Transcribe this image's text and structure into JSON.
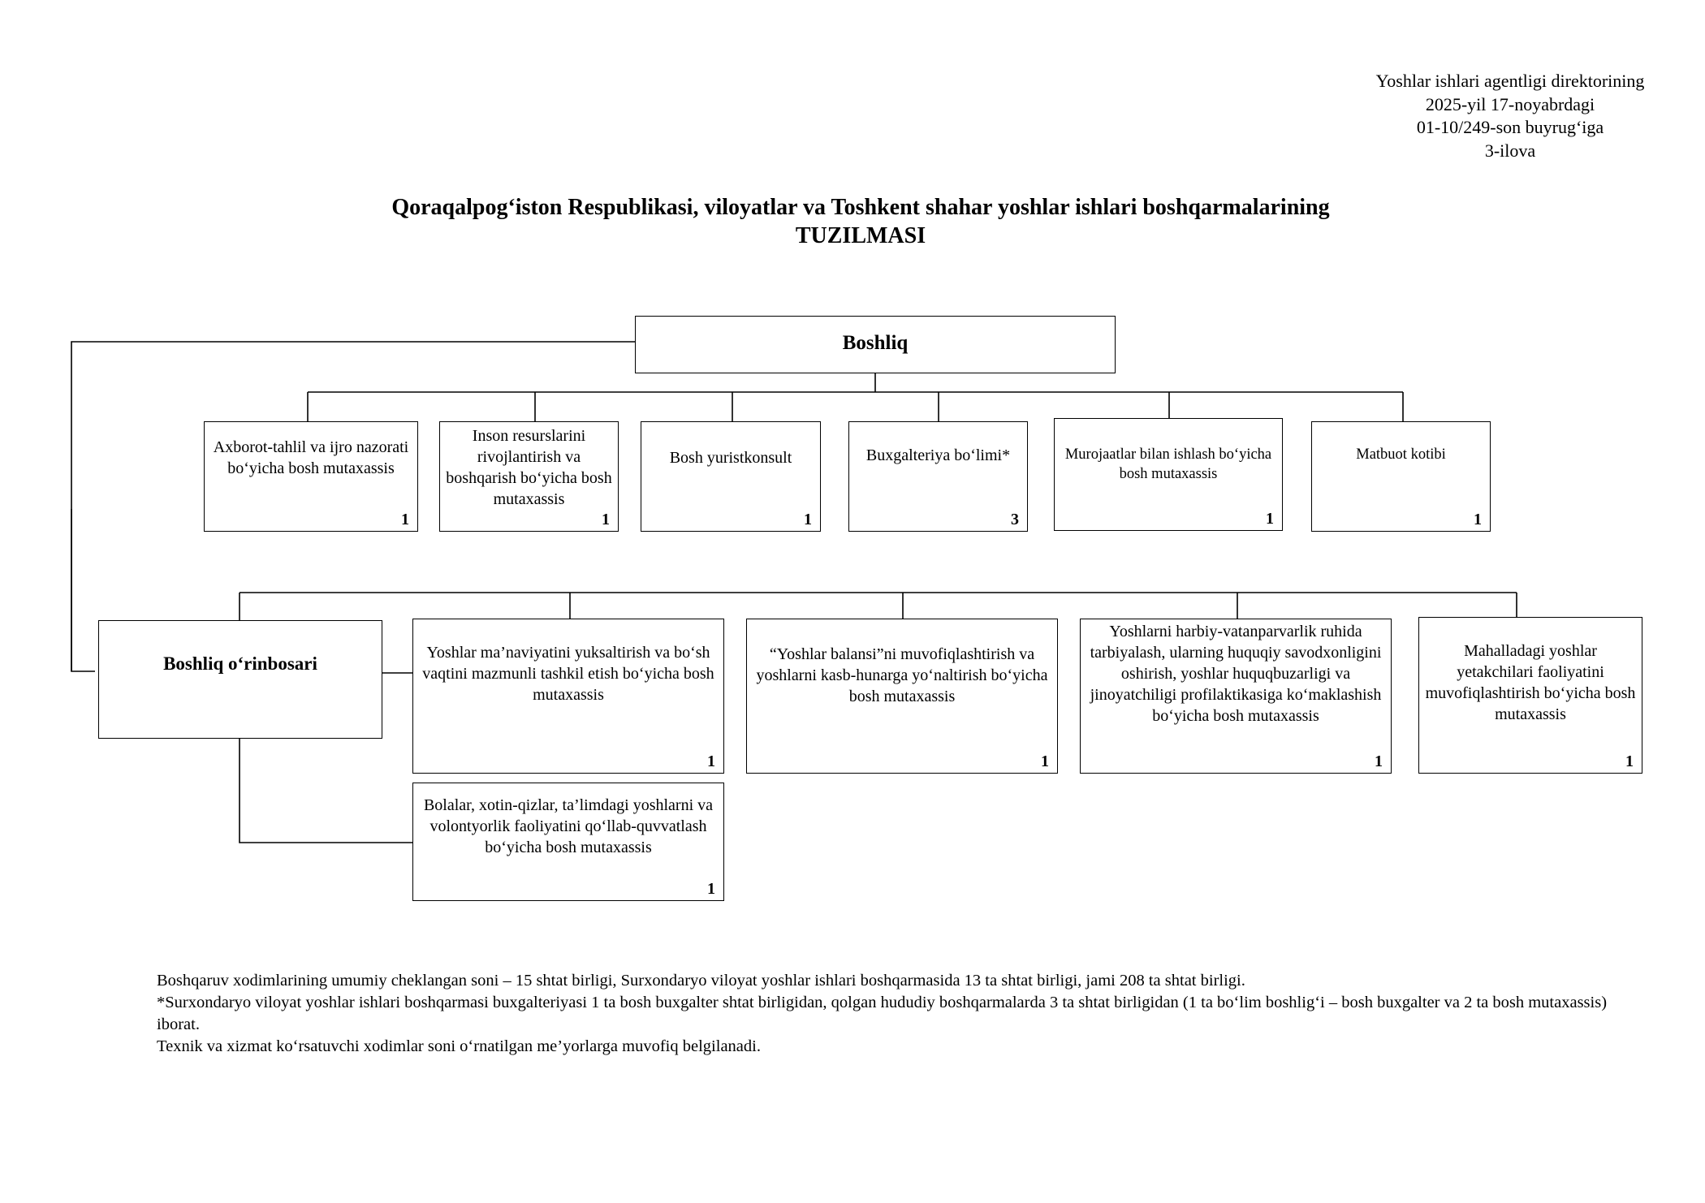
{
  "approval": {
    "line1": "Yoshlar ishlari agentligi direktorining",
    "line2": "2025-yil 17-noyabrdagi",
    "line3": "01-10/249-son buyrug‘iga",
    "line4": "3-ilova"
  },
  "title": {
    "line1": "Qoraqalpog‘iston Respublikasi, viloyatlar va Toshkent shahar yoshlar ishlari boshqarmalarining",
    "line2": "TUZILMASI"
  },
  "head": {
    "label": "Boshliq"
  },
  "units": [
    {
      "label": "Axborot-tahlil va ijro nazorati bo‘yicha bosh mutaxassis",
      "count": "1"
    },
    {
      "label": "Inson resurslarini rivojlantirish va boshqarish bo‘yicha bosh mutaxassis",
      "count": "1"
    },
    {
      "label": "Bosh yuristkonsult",
      "count": "1"
    },
    {
      "label": "Buxgalteriya bo‘limi*",
      "count": "3"
    },
    {
      "label": "Murojaatlar bilan ishlash bo‘yicha bosh mutaxassis",
      "count": "1"
    },
    {
      "label": "Matbuot kotibi",
      "count": "1"
    }
  ],
  "deputy": {
    "label": "Boshliq o‘rinbosari"
  },
  "deputy_units": [
    {
      "label": "Yoshlar ma’naviyatini yuksaltirish va bo‘sh vaqtini mazmunli tashkil etish bo‘yicha bosh mutaxassis",
      "count": "1"
    },
    {
      "label": "“Yoshlar balansi”ni muvofiqlashtirish va yoshlarni kasb-hunarga yo‘naltirish bo‘yicha bosh mutaxassis",
      "count": "1"
    },
    {
      "label": "Yoshlarni harbiy-vatanparvarlik ruhida tarbiyalash, ularning huquqiy savodxonligini oshirish, yoshlar huquqbuzarligi va jinoyatchiligi profilaktikasiga ko‘maklashish bo‘yicha bosh mutaxassis",
      "count": "1"
    },
    {
      "label": "Mahalladagi yoshlar yetakchilari faoliyatini muvofiqlashtirish bo‘yicha bosh mutaxassis",
      "count": "1"
    },
    {
      "label": "Bolalar, xotin-qizlar, ta’limdagi yoshlarni va volontyorlik faoliyatini qo‘llab-quvvatlash bo‘yicha bosh mutaxassis",
      "count": "1"
    }
  ],
  "notes": {
    "line1": "Boshqaruv xodimlarining umumiy cheklangan soni – 15 shtat birligi, Surxondaryo viloyat yoshlar ishlari boshqarmasida 13 ta shtat birligi, jami 208 ta shtat birligi.",
    "line2": "*Surxondaryo viloyat yoshlar ishlari boshqarmasi buxgalteriyasi 1 ta bosh buxgalter shtat birligidan, qolgan hududiy boshqarmalarda 3 ta shtat birligidan (1 ta bo‘lim boshlig‘i – bosh buxgalter va 2 ta bosh mutaxassis) iborat.",
    "line3": "Texnik va xizmat ko‘rsatuvchi xodimlar soni o‘rnatilgan me’yorlarga muvofiq belgilanadi."
  }
}
